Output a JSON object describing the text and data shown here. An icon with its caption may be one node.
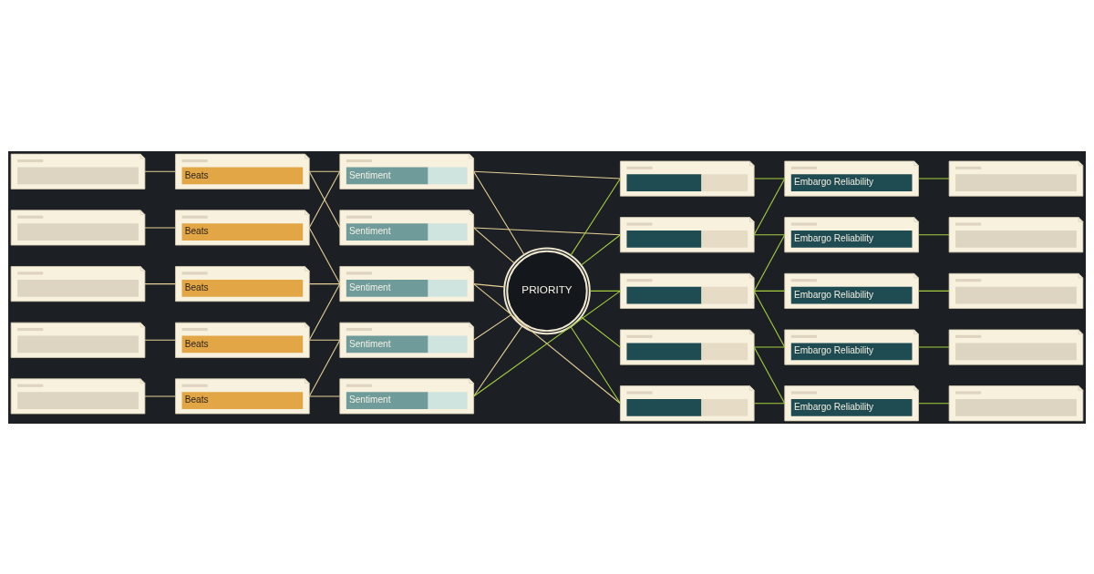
{
  "diagram": {
    "nodes": [
      {
        "text": [],
        "shape": "box"
      },
      {
        "text": [],
        "shape": "box"
      },
      {
        "text": [],
        "shape": "box"
      },
      {
        "text": [],
        "shape": "box"
      },
      {
        "text": [],
        "shape": "box"
      },
      {
        "text": [
          "Beats"
        ]
      },
      {
        "text": [
          "Beats"
        ]
      },
      {
        "text": [
          "Beats"
        ]
      },
      {
        "text": [
          "Beats"
        ]
      },
      {
        "text": [
          "Beats"
        ]
      },
      {
        "text": [
          "Sentiment"
        ]
      },
      {
        "text": [
          "Sentiment"
        ]
      },
      {
        "text": [
          "Sentiment"
        ]
      },
      {
        "text": [
          "Sentiment"
        ]
      },
      {
        "text": [
          "Sentiment"
        ]
      },
      {
        "text": [
          "PRIORITY"
        ]
      },
      {
        "text": [],
        "shape": "box"
      },
      {
        "text": [],
        "shape": "box"
      },
      {
        "text": [],
        "shape": "box"
      },
      {
        "text": [],
        "shape": "box"
      },
      {
        "text": [],
        "shape": "box"
      },
      {
        "text": [
          "Embargo Reliability"
        ]
      },
      {
        "text": [
          "Embargo Reliability"
        ]
      },
      {
        "text": [
          "Embargo Reliability"
        ]
      },
      {
        "text": [
          "Embargo Reliability"
        ]
      },
      {
        "text": [
          "Embargo Reliability"
        ]
      },
      {
        "text": [],
        "shape": "box"
      },
      {
        "text": [],
        "shape": "box"
      },
      {
        "text": [],
        "shape": "box"
      },
      {
        "text": [],
        "shape": "box"
      },
      {
        "text": [],
        "shape": "box"
      }
    ],
    "edges": [
      {
        "from": 0,
        "to": 5,
        "arrow": "none"
      },
      {
        "from": 1,
        "to": 6,
        "arrow": "none"
      },
      {
        "from": 2,
        "to": 7,
        "arrow": "none"
      },
      {
        "from": 3,
        "to": 8,
        "arrow": "none"
      },
      {
        "from": 4,
        "to": 9,
        "arrow": "none"
      },
      {
        "from": 5,
        "to": 10,
        "arrow": "none"
      },
      {
        "from": 5,
        "to": 11,
        "arrow": "none"
      },
      {
        "from": 6,
        "to": 11,
        "arrow": "none"
      },
      {
        "from": 6,
        "to": 12,
        "arrow": "none"
      },
      {
        "from": 7,
        "to": 12,
        "arrow": "none"
      },
      {
        "from": 8,
        "to": 12,
        "arrow": "none"
      },
      {
        "from": 8,
        "to": 13,
        "arrow": "none"
      },
      {
        "from": 9,
        "to": 13,
        "arrow": "none"
      },
      {
        "from": 9,
        "to": 14,
        "arrow": "none"
      },
      {
        "from": 10,
        "to": 15,
        "arrow": "none"
      },
      {
        "from": 11,
        "to": 15,
        "arrow": "none"
      },
      {
        "from": 12,
        "to": 15,
        "arrow": "none"
      },
      {
        "from": 13,
        "to": 15,
        "arrow": "none"
      },
      {
        "from": 14,
        "to": 15,
        "arrow": "none"
      },
      {
        "from": 10,
        "to": 17,
        "arrow": "none"
      },
      {
        "from": 11,
        "to": 16,
        "arrow": "none"
      },
      {
        "from": 12,
        "to": 20,
        "arrow": "none"
      },
      {
        "from": 14,
        "to": 18,
        "arrow": "none",
        "color": "#a6cf3f"
      },
      {
        "from": 15,
        "to": 16,
        "arrow": "none",
        "color": "#a6cf3f"
      },
      {
        "from": 15,
        "to": 17,
        "arrow": "none",
        "color": "#a6cf3f"
      },
      {
        "from": 15,
        "to": 18,
        "arrow": "none",
        "color": "#a6cf3f"
      },
      {
        "from": 15,
        "to": 19,
        "arrow": "none",
        "color": "#a6cf3f"
      },
      {
        "from": 15,
        "to": 20,
        "arrow": "none",
        "color": "#a6cf3f"
      },
      {
        "from": 16,
        "to": 21,
        "arrow": "none",
        "color": "#a6cf3f"
      },
      {
        "from": 17,
        "to": 21,
        "arrow": "none",
        "color": "#a6cf3f"
      },
      {
        "from": 17,
        "to": 22,
        "arrow": "none",
        "color": "#a6cf3f"
      },
      {
        "from": 18,
        "to": 22,
        "arrow": "none",
        "color": "#a6cf3f"
      },
      {
        "from": 18,
        "to": 23,
        "arrow": "none",
        "color": "#a6cf3f"
      },
      {
        "from": 18,
        "to": 24,
        "arrow": "none",
        "color": "#a6cf3f"
      },
      {
        "from": 19,
        "to": 24,
        "arrow": "none",
        "color": "#a6cf3f"
      },
      {
        "from": 19,
        "to": 25,
        "arrow": "none",
        "color": "#a6cf3f"
      },
      {
        "from": 20,
        "to": 25,
        "arrow": "none",
        "color": "#a6cf3f"
      },
      {
        "from": 21,
        "to": 26,
        "arrow": "none",
        "color": "#a6cf3f"
      },
      {
        "from": 22,
        "to": 27,
        "arrow": "none",
        "color": "#a6cf3f"
      },
      {
        "from": 23,
        "to": 28,
        "arrow": "none",
        "color": "#a6cf3f"
      },
      {
        "from": 24,
        "to": 29,
        "arrow": "none",
        "color": "#a6cf3f"
      },
      {
        "from": 25,
        "to": 30,
        "arrow": "none",
        "color": "#a6cf3f"
      }
    ]
  }
}
